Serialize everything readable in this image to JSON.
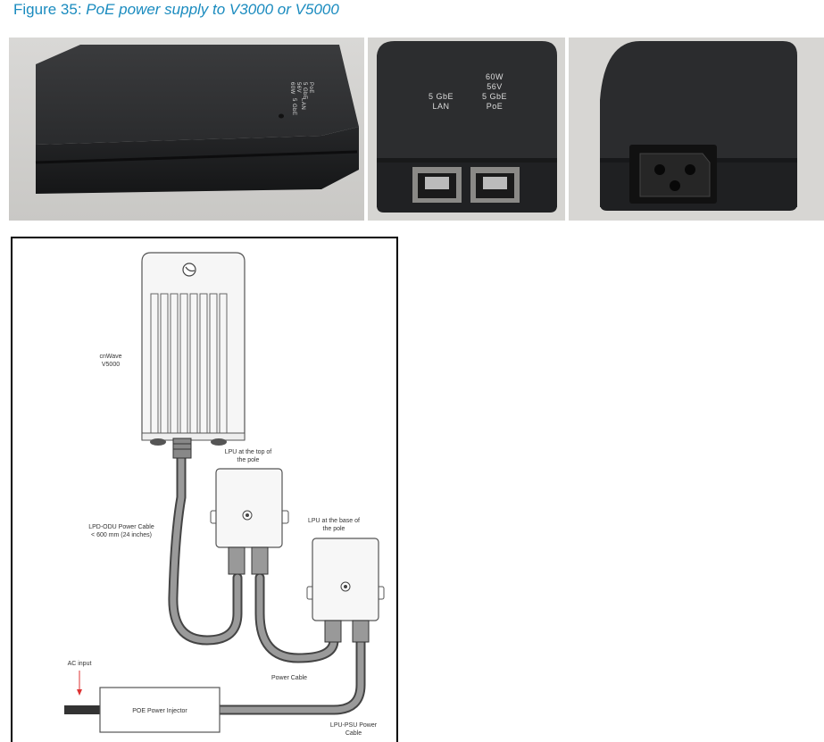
{
  "caption": {
    "prefix": "Figure 35:",
    "title": "PoE power supply to V3000 or V5000"
  },
  "photo_side": {
    "port_labels": [
      "60W",
      "56V",
      "5 GbE",
      "PoE",
      "5 GbE",
      "LAN"
    ]
  },
  "photo_front": {
    "lan_label_line1": "5 GbE",
    "lan_label_line2": "LAN",
    "poe_label_line1": "60W",
    "poe_label_line2": "56V",
    "poe_label_line3": "5 GbE",
    "poe_label_line4": "PoE"
  },
  "diagram": {
    "device_label_line1": "cnWave",
    "device_label_line2": "V5000",
    "lpu_top_line1": "LPU at the top of",
    "lpu_top_line2": "the pole",
    "lpu_base_line1": "LPU at the base of",
    "lpu_base_line2": "the pole",
    "odu_cable_line1": "LPD-ODU Power Cable",
    "odu_cable_line2": "< 600 mm (24 inches)",
    "power_cable": "Power Cable",
    "ac_input": "AC input",
    "injector": "POE Power Injector",
    "psu_cable_line1": "LPU-PSU Power",
    "psu_cable_line2": "Cable"
  }
}
